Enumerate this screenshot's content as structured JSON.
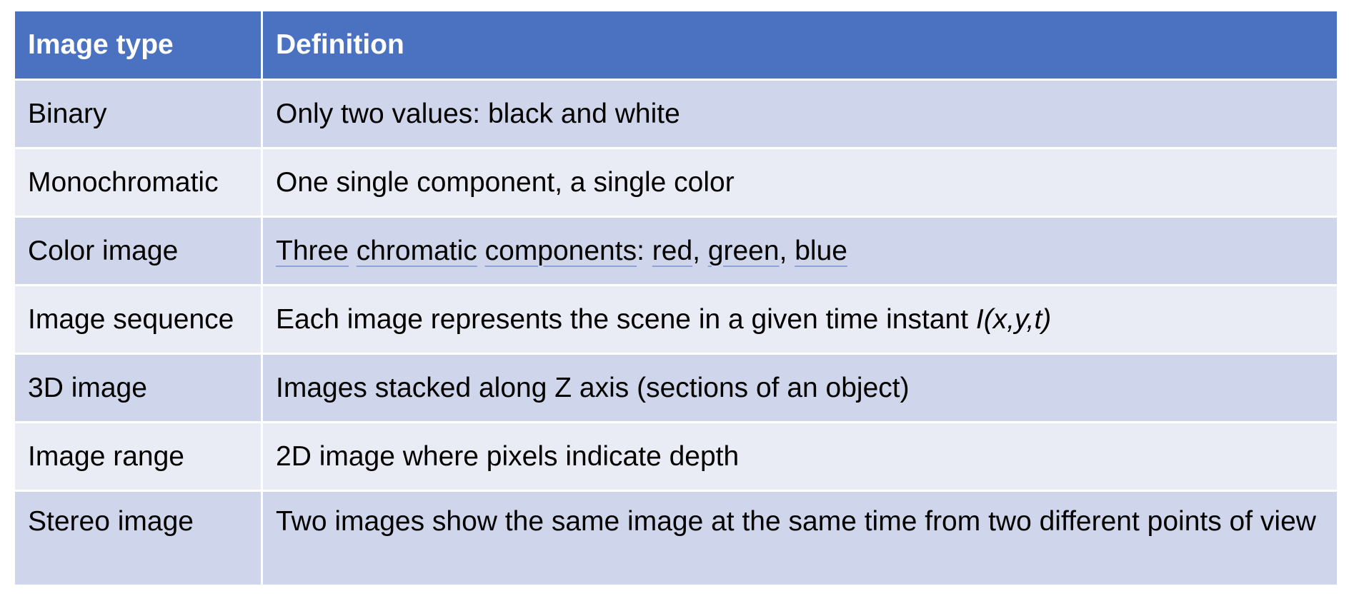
{
  "header": {
    "col1": "Image type",
    "col2": "Definition"
  },
  "rows": [
    {
      "type": "Binary",
      "definition": "Only two values: black and white"
    },
    {
      "type": "Monochromatic",
      "definition": "One single component, a single color"
    },
    {
      "type": "Color image",
      "definition_parts": [
        "Three",
        " ",
        "chromatic",
        " ",
        "components",
        ": ",
        "red",
        ", ",
        "green",
        ", ",
        "blue"
      ]
    },
    {
      "type": "Image sequence",
      "definition": "Each image represents the scene in a given time instant ",
      "formula": "I(x,y,t)"
    },
    {
      "type": "3D image",
      "definition": "Images stacked along Z axis (sections of an object)"
    },
    {
      "type": "Image range",
      "definition": "2D image where pixels indicate depth"
    },
    {
      "type": "Stereo image",
      "definition": "Two images show the same image at the same time from two different points of view"
    }
  ],
  "colors": {
    "header_bg": "#4a72c0",
    "row_dark": "#cfd5ea",
    "row_light": "#e9ebf5",
    "underline": "#8fa4d4"
  }
}
